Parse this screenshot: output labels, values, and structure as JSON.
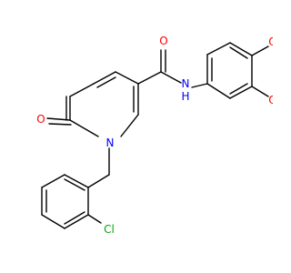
{
  "atoms": [
    {
      "id": "O_carbonyl_amide",
      "label": "O",
      "color": "#ff0000"
    },
    {
      "id": "N_amide",
      "label": "N",
      "color": "#0000ff"
    },
    {
      "id": "H_amide",
      "label": "H",
      "color": "#0000ff"
    },
    {
      "id": "O_dioxane_top",
      "label": "O",
      "color": "#ff0000"
    },
    {
      "id": "O_dioxane_bottom",
      "label": "O",
      "color": "#ff0000"
    },
    {
      "id": "O_ketone",
      "label": "O",
      "color": "#ff0000"
    },
    {
      "id": "N_ring",
      "label": "N",
      "color": "#0000ff"
    },
    {
      "id": "Cl",
      "label": "Cl",
      "color": "#00aa00"
    }
  ]
}
